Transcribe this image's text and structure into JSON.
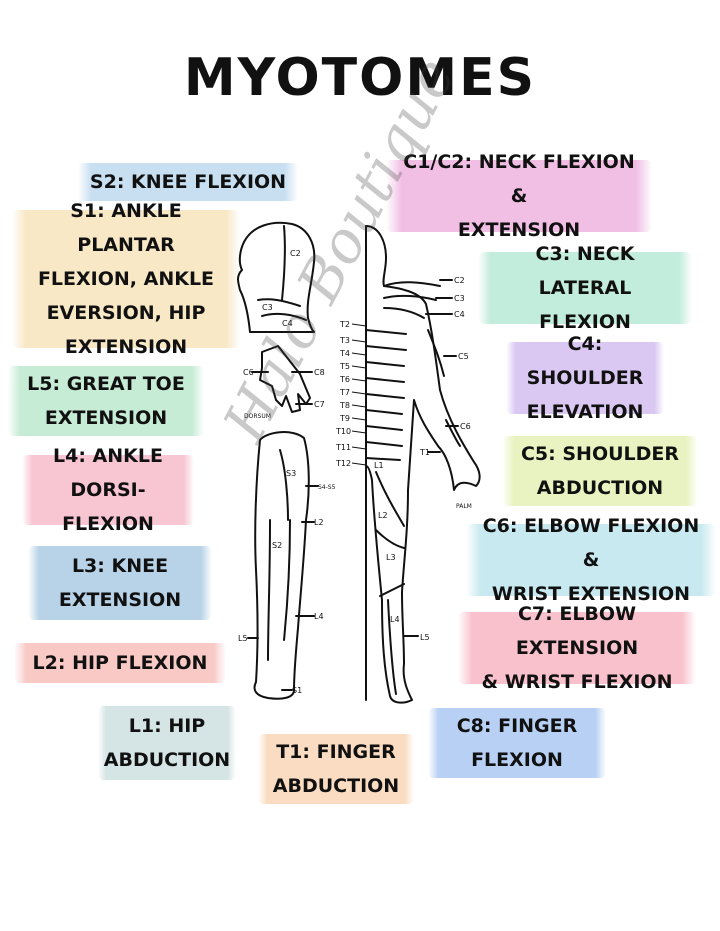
{
  "title": "MYOTOMES",
  "labels": {
    "s2": "S2: KNEE FLEXION",
    "s1": "S1: ANKLE PLANTAR\nFLEXION, ANKLE\nEVERSION, HIP\nEXTENSION",
    "l5": "L5: GREAT TOE\nEXTENSION",
    "l4": "L4: ANKLE\nDORSI-FLEXION",
    "l3": "L3: KNEE\nEXTENSION",
    "l2": "L2: HIP FLEXION",
    "l1": "L1: HIP\nABDUCTION",
    "t1": "T1: FINGER\nABDUCTION",
    "c8": "C8: FINGER\nFLEXION",
    "c7": "C7: ELBOW EXTENSION\n& WRIST FLEXION",
    "c6": "C6: ELBOW FLEXION &\nWRIST EXTENSION",
    "c5": "C5: SHOULDER\nABDUCTION",
    "c4": "C4: SHOULDER\nELEVATION",
    "c3": "C3: NECK LATERAL\nFLEXION",
    "c1c2": "C1/C2: NECK FLEXION &\nEXTENSION"
  },
  "figure_labels": {
    "head_c2": "C2",
    "head_c3": "C3",
    "head_c4": "C4",
    "hand_c6": "C6",
    "hand_c8": "C8",
    "hand_c7": "C7",
    "dorsum": "DORSUM",
    "leg_s3": "S3",
    "leg_s4s5": "S4-S5",
    "leg_l2": "L2",
    "leg_s2": "S2",
    "leg_l4": "L4",
    "leg_l5": "L5",
    "leg_s1": "S1",
    "body_c2": "C2",
    "body_c3": "C3",
    "body_c4": "C4",
    "body_c5": "C5",
    "body_c6": "C6",
    "body_t1": "T1",
    "palm": "PALM",
    "body_l1": "L1",
    "body_l2": "L2",
    "body_l3": "L3",
    "body_l4": "L4",
    "body_l5": "L5",
    "t2": "T2",
    "t3": "T3",
    "t4": "T4",
    "t5": "T5",
    "t6": "T6",
    "t7": "T7",
    "t8": "T8",
    "t9": "T9",
    "t10": "T10",
    "t11": "T11",
    "t12": "T12"
  },
  "watermark": "Halo Boutique",
  "colors": {
    "s2": "#c9dff0",
    "s1": "#f7e8c8",
    "l5": "#c8ecd6",
    "l4": "#f6c6d3",
    "l3": "#b9d3e6",
    "l2": "#f6c9c6",
    "l1": "#d6e4e4",
    "t1": "#f8dcc3",
    "c8": "#b8d0f2",
    "c7": "#f6c2cc",
    "c6": "#c9e9ef",
    "c5": "#e9f3c4",
    "c4": "#d9c8f0",
    "c3": "#c4ecdc",
    "c1c2": "#efbfe3"
  }
}
